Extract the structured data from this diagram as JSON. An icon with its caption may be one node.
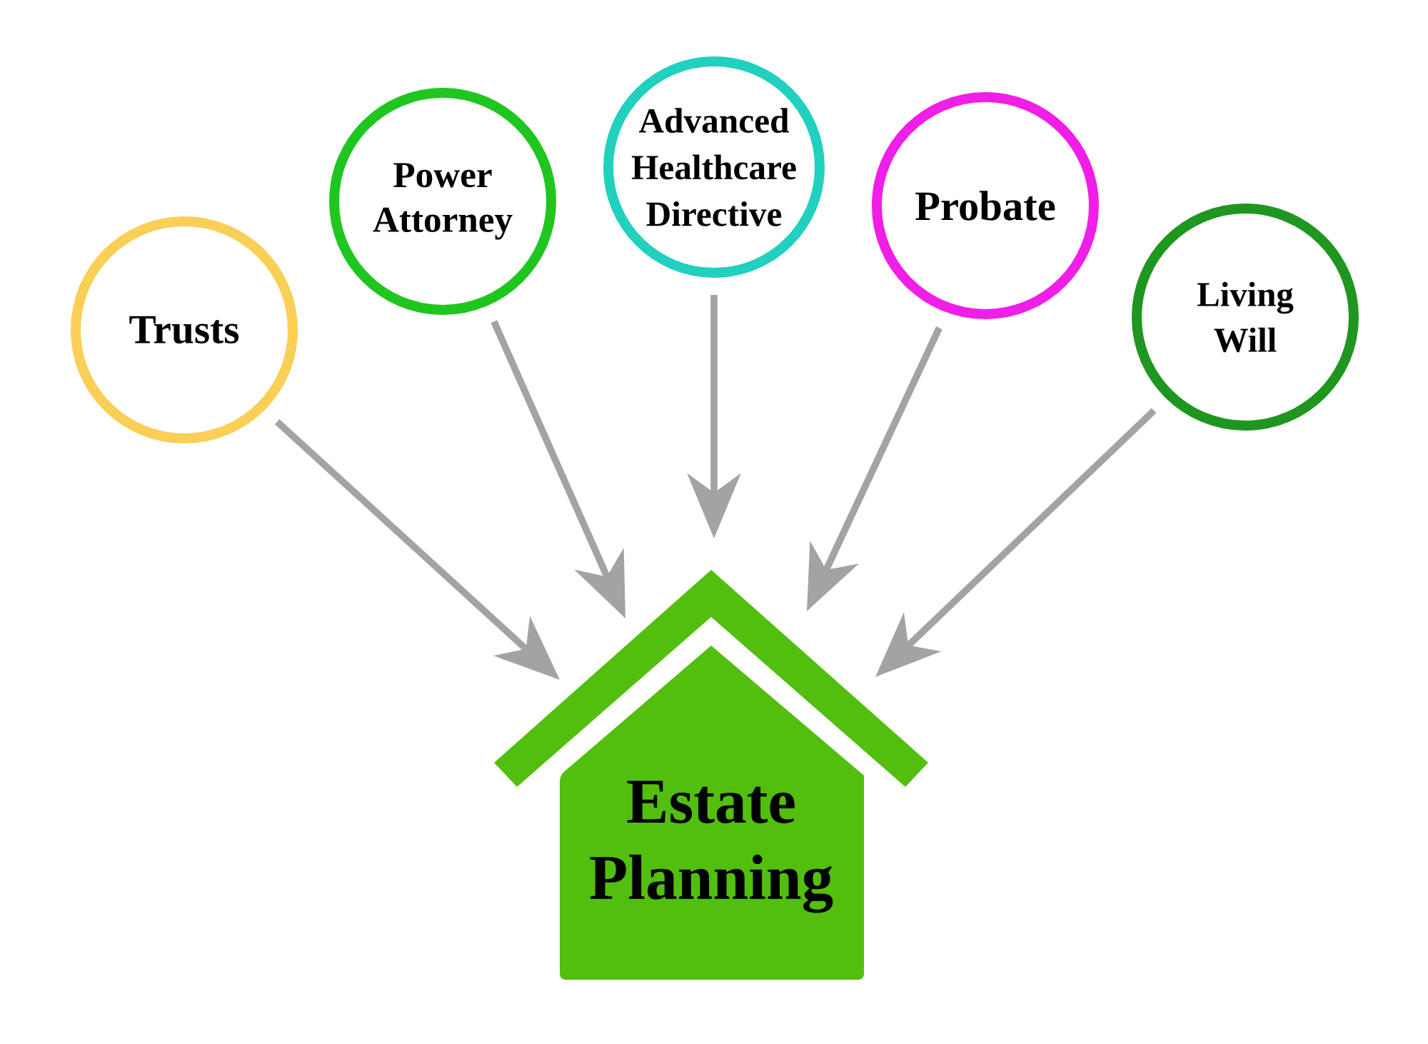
{
  "diagram": {
    "nodes": [
      {
        "text": [
          "Trusts"
        ]
      },
      {
        "text": [
          "Power Attorney"
        ]
      },
      {
        "text": [
          "Advanced Healthcare Directive"
        ]
      },
      {
        "text": [
          "Probate"
        ]
      },
      {
        "text": [
          "Living Will"
        ]
      },
      {
        "text": [
          "Estate Planning"
        ]
      }
    ],
    "edges": [
      {
        "from": 0,
        "to": 5,
        "arrow": "to"
      },
      {
        "from": 1,
        "to": 5,
        "arrow": "to"
      },
      {
        "from": 2,
        "to": 5,
        "arrow": "to"
      },
      {
        "from": 3,
        "to": 5,
        "arrow": "to"
      },
      {
        "from": 4,
        "to": 5,
        "arrow": "to"
      }
    ]
  }
}
